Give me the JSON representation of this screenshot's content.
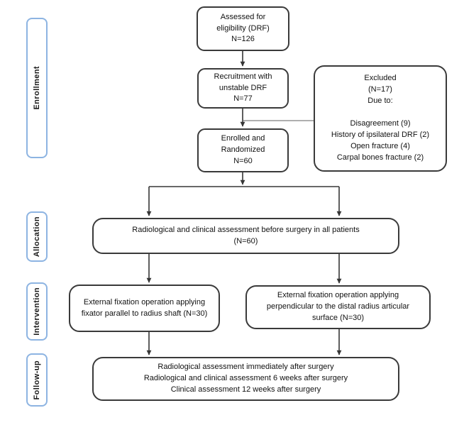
{
  "colors": {
    "background": "#ffffff",
    "box_border": "#3a3a3a",
    "stage_border": "#8DB4E2",
    "connector": "#363636",
    "excluded_connector": "#7f7f7f",
    "text": "#111111"
  },
  "stages": {
    "enrollment": "Enrollment",
    "allocation": "Allocation",
    "intervention": "Intervention",
    "followup": "Follow-up"
  },
  "boxes": {
    "assessed": "Assessed for\neligibility (DRF)\nN=126",
    "recruitment": "Recruitment with\nunstable DRF\nN=77",
    "excluded": "Excluded\n(N=17)\nDue to:\n\nDisagreement (9)\nHistory of ipsilateral DRF (2)\nOpen fracture (4)\nCarpal bones fracture (2)",
    "enrolled": "Enrolled and\nRandomized\nN=60",
    "preop_assessment": "Radiological and clinical assessment before surgery in all patients\n(N=60)",
    "intervention_parallel": "External fixation operation applying\nfixator parallel to radius shaft (N=30)",
    "intervention_perpendicular": "External fixation operation applying\nperpendicular to the distal radius articular\nsurface (N=30)",
    "followup_assessments": "Radiological assessment immediately after surgery\nRadiological and clinical assessment 6 weeks after surgery\nClinical assessment 12 weeks after surgery"
  }
}
